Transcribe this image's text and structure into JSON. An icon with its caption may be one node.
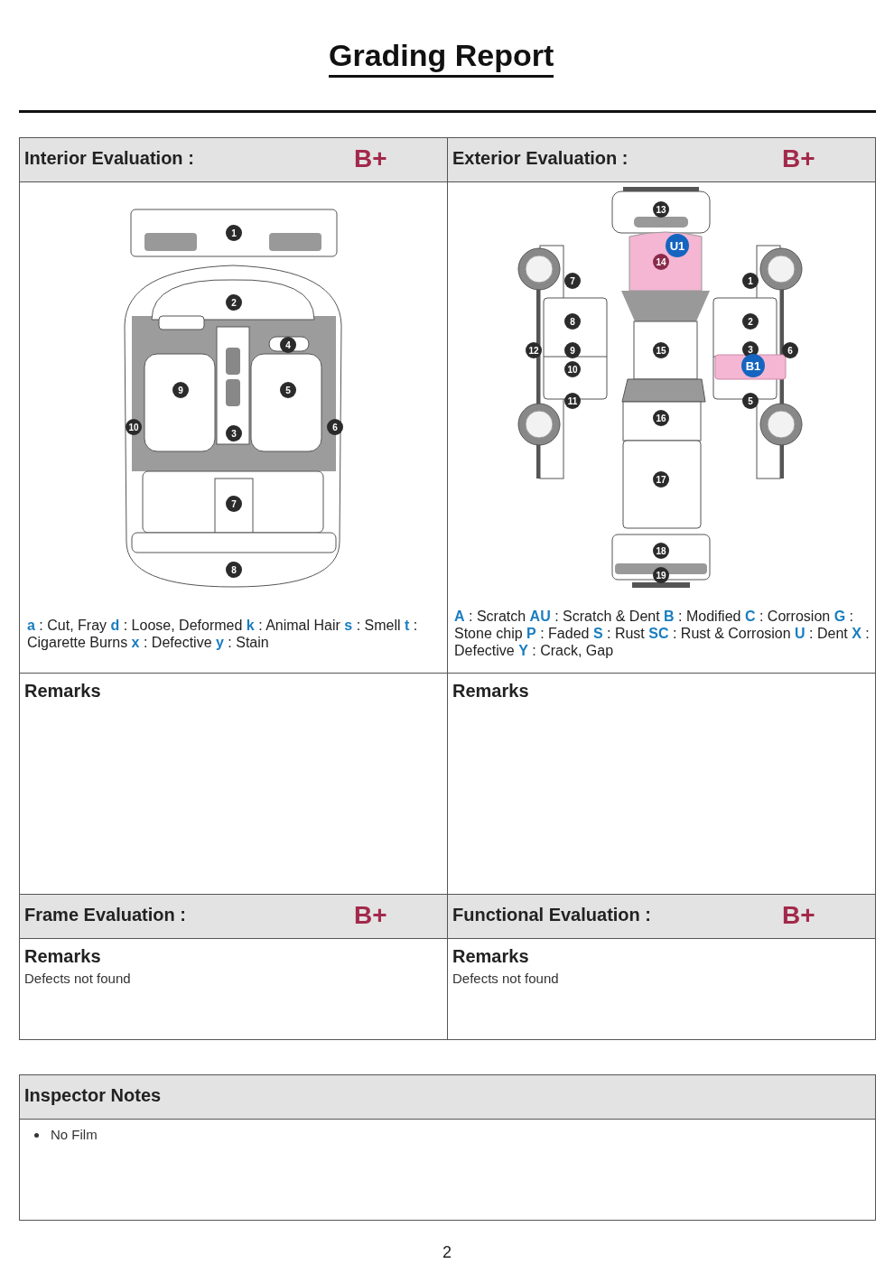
{
  "diagram": {
    "title": "Grading Report",
    "nodes": [
      {
        "text": [
          "Interior Evaluation :",
          "B+"
        ]
      },
      {
        "text": [
          "1"
        ],
        "in": 0
      },
      {
        "text": [
          "2"
        ],
        "in": 0
      },
      {
        "text": [
          "4"
        ],
        "in": 0
      },
      {
        "text": [
          "9"
        ],
        "in": 0
      },
      {
        "text": [
          "5"
        ],
        "in": 0
      },
      {
        "text": [
          "10"
        ],
        "in": 0
      },
      {
        "text": [
          "6"
        ],
        "in": 0
      },
      {
        "text": [
          "3"
        ],
        "in": 0
      },
      {
        "text": [
          "7"
        ],
        "in": 0
      },
      {
        "text": [
          "8"
        ],
        "in": 0
      },
      {
        "text": [
          "Exterior Evaluation :",
          "B+"
        ]
      },
      {
        "text": [
          "13"
        ],
        "in": 11
      },
      {
        "text": [
          "U1"
        ],
        "in": 11
      },
      {
        "text": [
          "14"
        ],
        "in": 11
      },
      {
        "text": [
          "7"
        ],
        "in": 11
      },
      {
        "text": [
          "1"
        ],
        "in": 11
      },
      {
        "text": [
          "8"
        ],
        "in": 11
      },
      {
        "text": [
          "2"
        ],
        "in": 11
      },
      {
        "text": [
          "12"
        ],
        "in": 11
      },
      {
        "text": [
          "9"
        ],
        "in": 11
      },
      {
        "text": [
          "15"
        ],
        "in": 11
      },
      {
        "text": [
          "3"
        ],
        "in": 11
      },
      {
        "text": [
          "6"
        ],
        "in": 11
      },
      {
        "text": [
          "B1"
        ],
        "in": 11
      },
      {
        "text": [
          "10"
        ],
        "in": 11
      },
      {
        "text": [
          "11"
        ],
        "in": 11
      },
      {
        "text": [
          "5"
        ],
        "in": 11
      },
      {
        "text": [
          "16"
        ],
        "in": 11
      },
      {
        "text": [
          "17"
        ],
        "in": 11
      },
      {
        "text": [
          "18"
        ],
        "in": 11
      },
      {
        "text": [
          "19"
        ],
        "in": 11
      },
      {
        "text": [
          "Remarks"
        ]
      },
      {
        "text": [
          "Remarks"
        ]
      },
      {
        "text": [
          "Frame Evaluation :",
          "B+"
        ]
      },
      {
        "text": [
          "Functional Evaluation :",
          "B+"
        ]
      },
      {
        "text": [
          "Remarks",
          "Defects not found"
        ]
      },
      {
        "text": [
          "Remarks",
          "Defects not found"
        ]
      },
      {
        "text": [
          "Inspector Notes",
          "No Film"
        ]
      }
    ],
    "labels": [
      "**a** : Cut, Fray **d** : Loose, Deformed **k** : Animal Hair **s** : Smell **t** : Cigarette Burns **x** : Defective **y** : Stain",
      "**A** : Scratch **AU** : Scratch & Dent **B** : Modified **C** : Corrosion **G** : Stone chip **P** : Faded **S** : Rust **SC** : Rust & Corrosion **U** : Dent **X** : Defective **Y** : Crack, Gap",
      "2"
    ]
  }
}
